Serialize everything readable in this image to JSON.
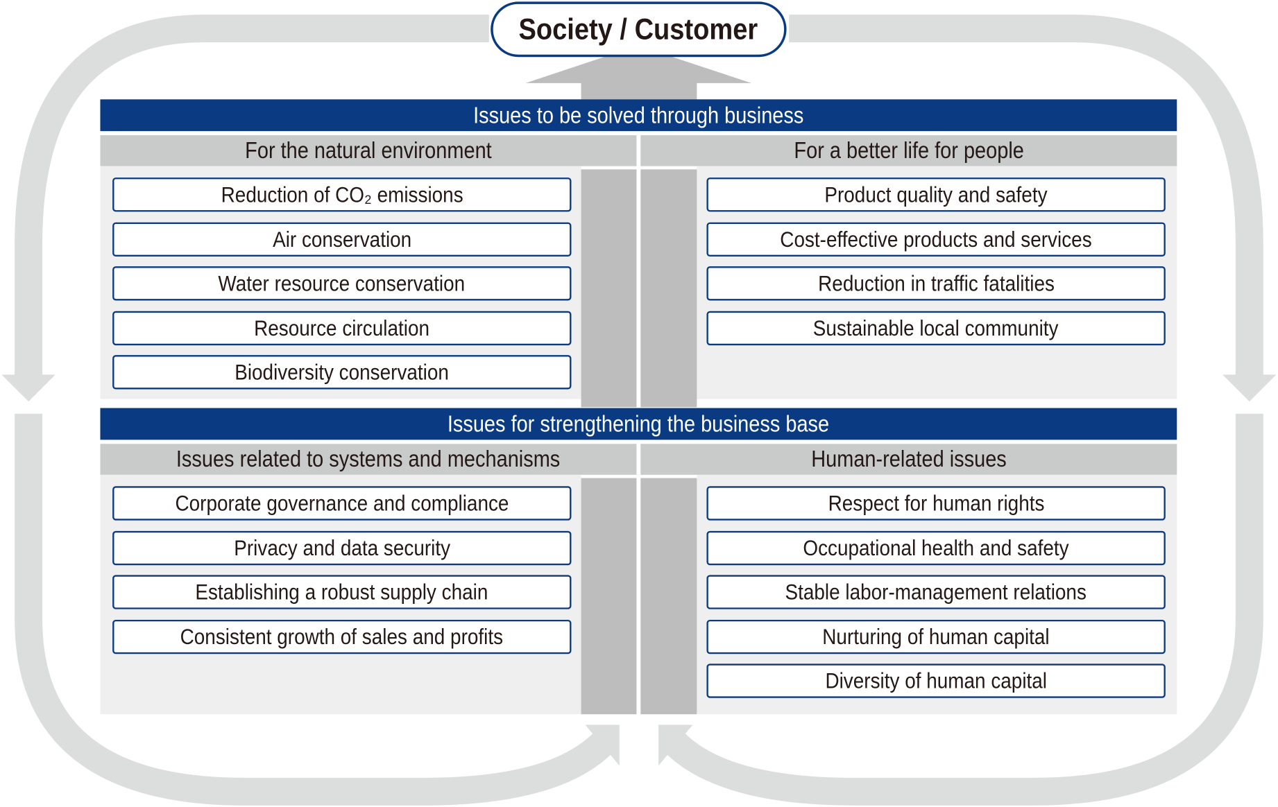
{
  "top_label": "Society / Customer",
  "sections": [
    {
      "title": "Issues to be solved through business",
      "groups": [
        {
          "header": "For the natural environment",
          "items": [
            "Reduction of CO₂ emissions",
            "Air conservation",
            "Water resource conservation",
            "Resource circulation",
            "Biodiversity conservation"
          ]
        },
        {
          "header": "For a better life for people",
          "items": [
            "Product quality and safety",
            "Cost-effective products and services",
            "Reduction in traffic fatalities",
            "Sustainable local community"
          ]
        }
      ]
    },
    {
      "title": "Issues for strengthening the business base",
      "groups": [
        {
          "header": "Issues related to systems and mechanisms",
          "items": [
            "Corporate governance and compliance",
            "Privacy and data security",
            "Establishing a robust supply chain",
            "Consistent growth of sales and profits"
          ]
        },
        {
          "header": "Human-related issues",
          "items": [
            "Respect for human rights",
            "Occupational health and safety",
            "Stable labor-management relations",
            "Nurturing of human capital",
            "Diversity of human capital"
          ]
        }
      ]
    }
  ],
  "colors": {
    "navy": "#0a3a82",
    "loop": "#dcdddd",
    "arrow": "#bdbdbd",
    "header": "#c9caca",
    "panel": "#efefef"
  }
}
